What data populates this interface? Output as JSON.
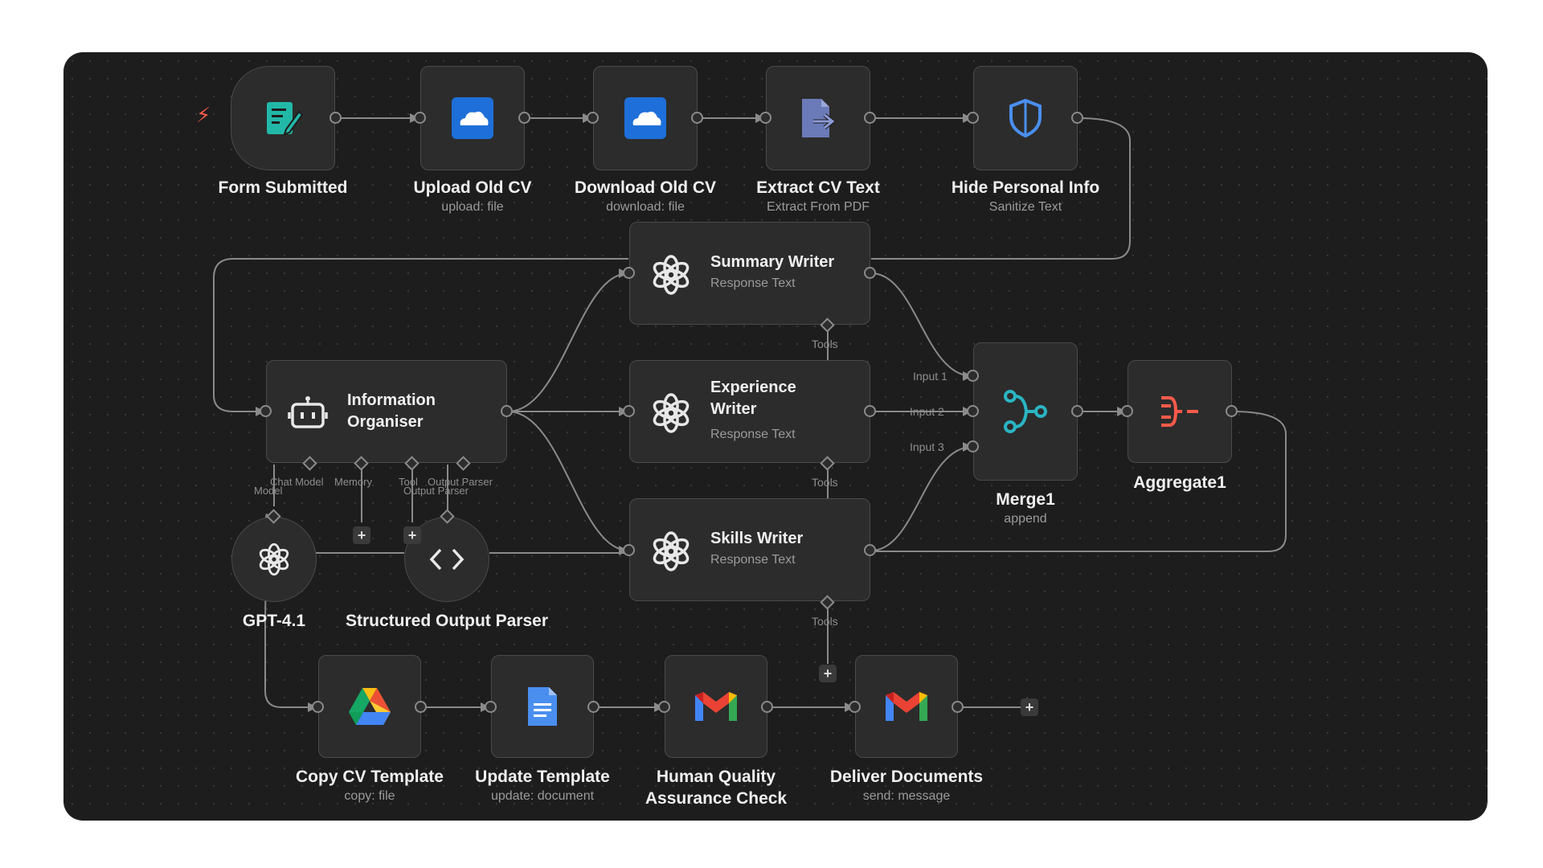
{
  "workflow": {
    "nodes": {
      "form_submitted": {
        "title": "Form Submitted",
        "icon": "form-edit-icon"
      },
      "upload_old_cv": {
        "title": "Upload Old CV",
        "subtitle": "upload: file",
        "icon": "onedrive-icon"
      },
      "download_old_cv": {
        "title": "Download Old CV",
        "subtitle": "download: file",
        "icon": "onedrive-icon"
      },
      "extract_cv_text": {
        "title": "Extract CV Text",
        "subtitle": "Extract From PDF",
        "icon": "file-export-icon"
      },
      "hide_personal_info": {
        "title": "Hide Personal Info",
        "subtitle": "Sanitize Text",
        "icon": "shield-icon"
      },
      "summary_writer": {
        "title": "Summary Writer",
        "subtitle": "Response Text",
        "icon": "openai-icon",
        "port_label": "Tools"
      },
      "experience_writer": {
        "title": "Experience Writer",
        "subtitle": "Response Text",
        "icon": "openai-icon",
        "port_label": "Tools"
      },
      "skills_writer": {
        "title": "Skills Writer",
        "subtitle": "Response Text",
        "icon": "openai-icon",
        "port_label": "Tools"
      },
      "information_organiser": {
        "title": "Information Organiser",
        "icon": "robot-icon",
        "port_labels": [
          "Chat Model",
          "Memory",
          "Tool",
          "Output Parser"
        ]
      },
      "gpt41": {
        "title": "GPT-4.1",
        "icon": "openai-icon",
        "port_label": "Model"
      },
      "structured_output_parser": {
        "title": "Structured Output Parser",
        "icon": "code-brackets-icon",
        "port_label": "Output Parser"
      },
      "merge1": {
        "title": "Merge1",
        "subtitle": "append",
        "icon": "merge-icon",
        "inputs": [
          "Input 1",
          "Input 2",
          "Input 3"
        ]
      },
      "aggregate1": {
        "title": "Aggregate1",
        "icon": "aggregate-icon"
      },
      "copy_cv_template": {
        "title": "Copy CV Template",
        "subtitle": "copy: file",
        "icon": "google-drive-icon"
      },
      "update_template": {
        "title": "Update Template",
        "subtitle": "update: document",
        "icon": "google-docs-icon"
      },
      "human_qa": {
        "title": "Human Quality Assurance Check",
        "icon": "gmail-icon"
      },
      "deliver_documents": {
        "title": "Deliver Documents",
        "subtitle": "send: message",
        "icon": "gmail-icon"
      }
    },
    "plus_symbol": "+",
    "trigger_symbol": "⚡",
    "colors": {
      "canvas": "#1d1d1d",
      "node": "#2c2c2c",
      "wire": "#8a8a8a",
      "trigger": "#ff5a4a",
      "merge": "#2ab5c4",
      "aggregate": "#ff5a4a"
    }
  }
}
